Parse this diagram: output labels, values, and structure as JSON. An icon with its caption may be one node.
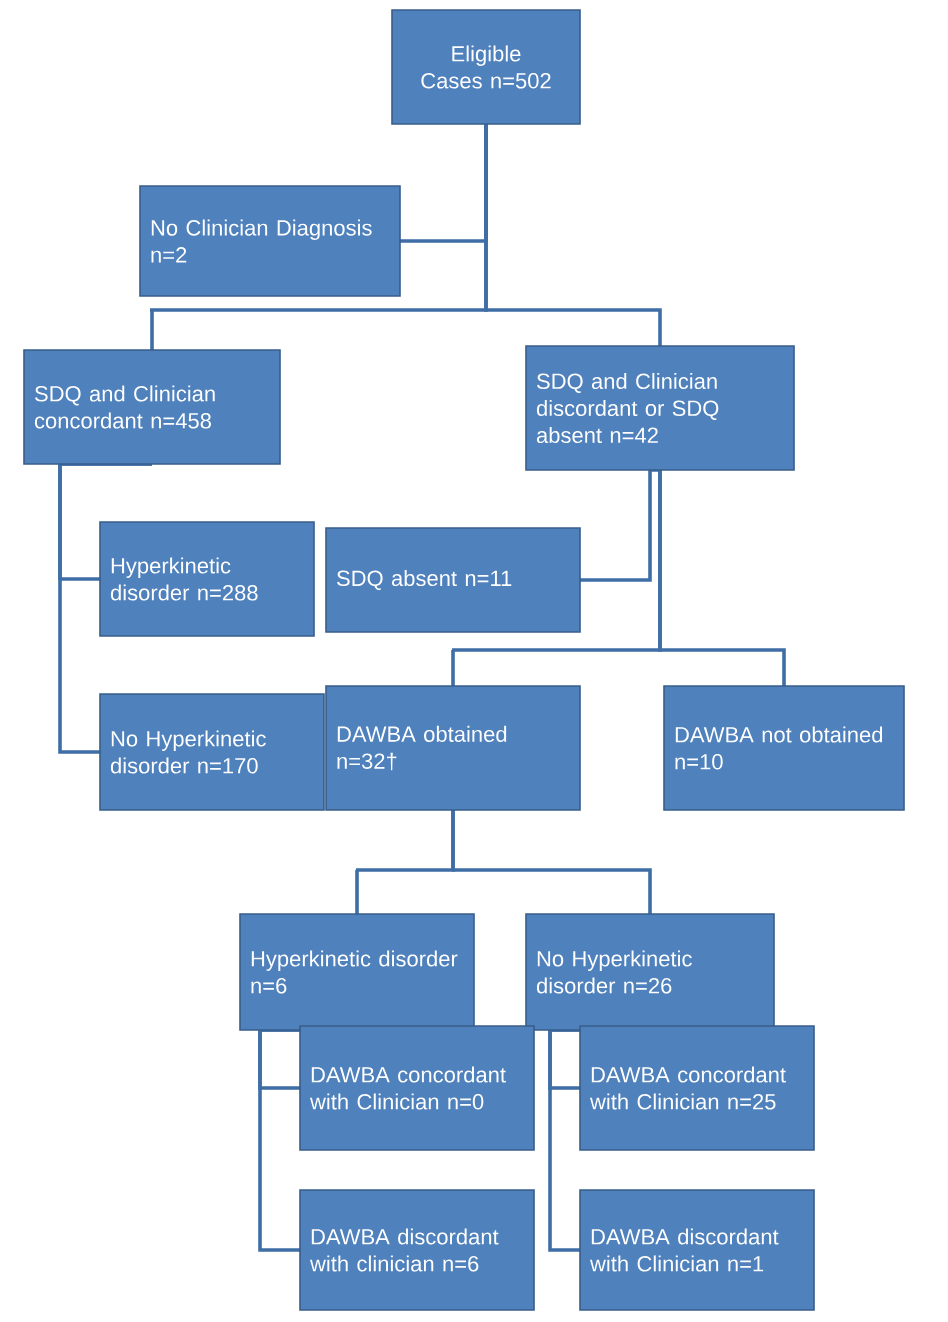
{
  "diagram": {
    "nodes": [
      {
        "text": [
          "Eligible Cases n=502"
        ]
      },
      {
        "text": [
          "No Clinician Diagnosis n=2"
        ]
      },
      {
        "text": [
          "SDQ and Clinician concordant n=458"
        ]
      },
      {
        "text": [
          "SDQ and Clinician discordant or SDQ absent n=42"
        ]
      },
      {
        "text": [
          "Hyperkinetic disorder n=288"
        ]
      },
      {
        "text": [
          "SDQ absent n=11"
        ]
      },
      {
        "text": [
          "No Hyperkinetic disorder n=170"
        ]
      },
      {
        "text": [
          "DAWBA obtained n=32†"
        ]
      },
      {
        "text": [
          "DAWBA not obtained n=10"
        ]
      },
      {
        "text": [
          "Hyperkinetic disorder n=6"
        ]
      },
      {
        "text": [
          "No Hyperkinetic disorder n=26"
        ]
      },
      {
        "text": [
          "DAWBA concordant with Clinician n=0"
        ]
      },
      {
        "text": [
          "DAWBA concordant with Clinician n=25"
        ]
      },
      {
        "text": [
          "DAWBA discordant with clinician n=6"
        ]
      },
      {
        "text": [
          "DAWBA discordant with Clinician n=1"
        ]
      }
    ],
    "edges": [
      {
        "from": 0,
        "to": 1,
        "arrow": "none"
      },
      {
        "from": 0,
        "to": 2,
        "arrow": "none"
      },
      {
        "from": 0,
        "to": 3,
        "arrow": "none"
      },
      {
        "from": 2,
        "to": 4,
        "arrow": "none"
      },
      {
        "from": 2,
        "to": 6,
        "arrow": "none"
      },
      {
        "from": 3,
        "to": 5,
        "arrow": "none"
      },
      {
        "from": 3,
        "to": 7,
        "arrow": "none"
      },
      {
        "from": 3,
        "to": 8,
        "arrow": "none"
      },
      {
        "from": 7,
        "to": 9,
        "arrow": "none"
      },
      {
        "from": 7,
        "to": 10,
        "arrow": "none"
      },
      {
        "from": 9,
        "to": 11,
        "arrow": "none"
      },
      {
        "from": 9,
        "to": 13,
        "arrow": "none"
      },
      {
        "from": 10,
        "to": 12,
        "arrow": "none"
      },
      {
        "from": 10,
        "to": 14,
        "arrow": "none"
      }
    ]
  }
}
